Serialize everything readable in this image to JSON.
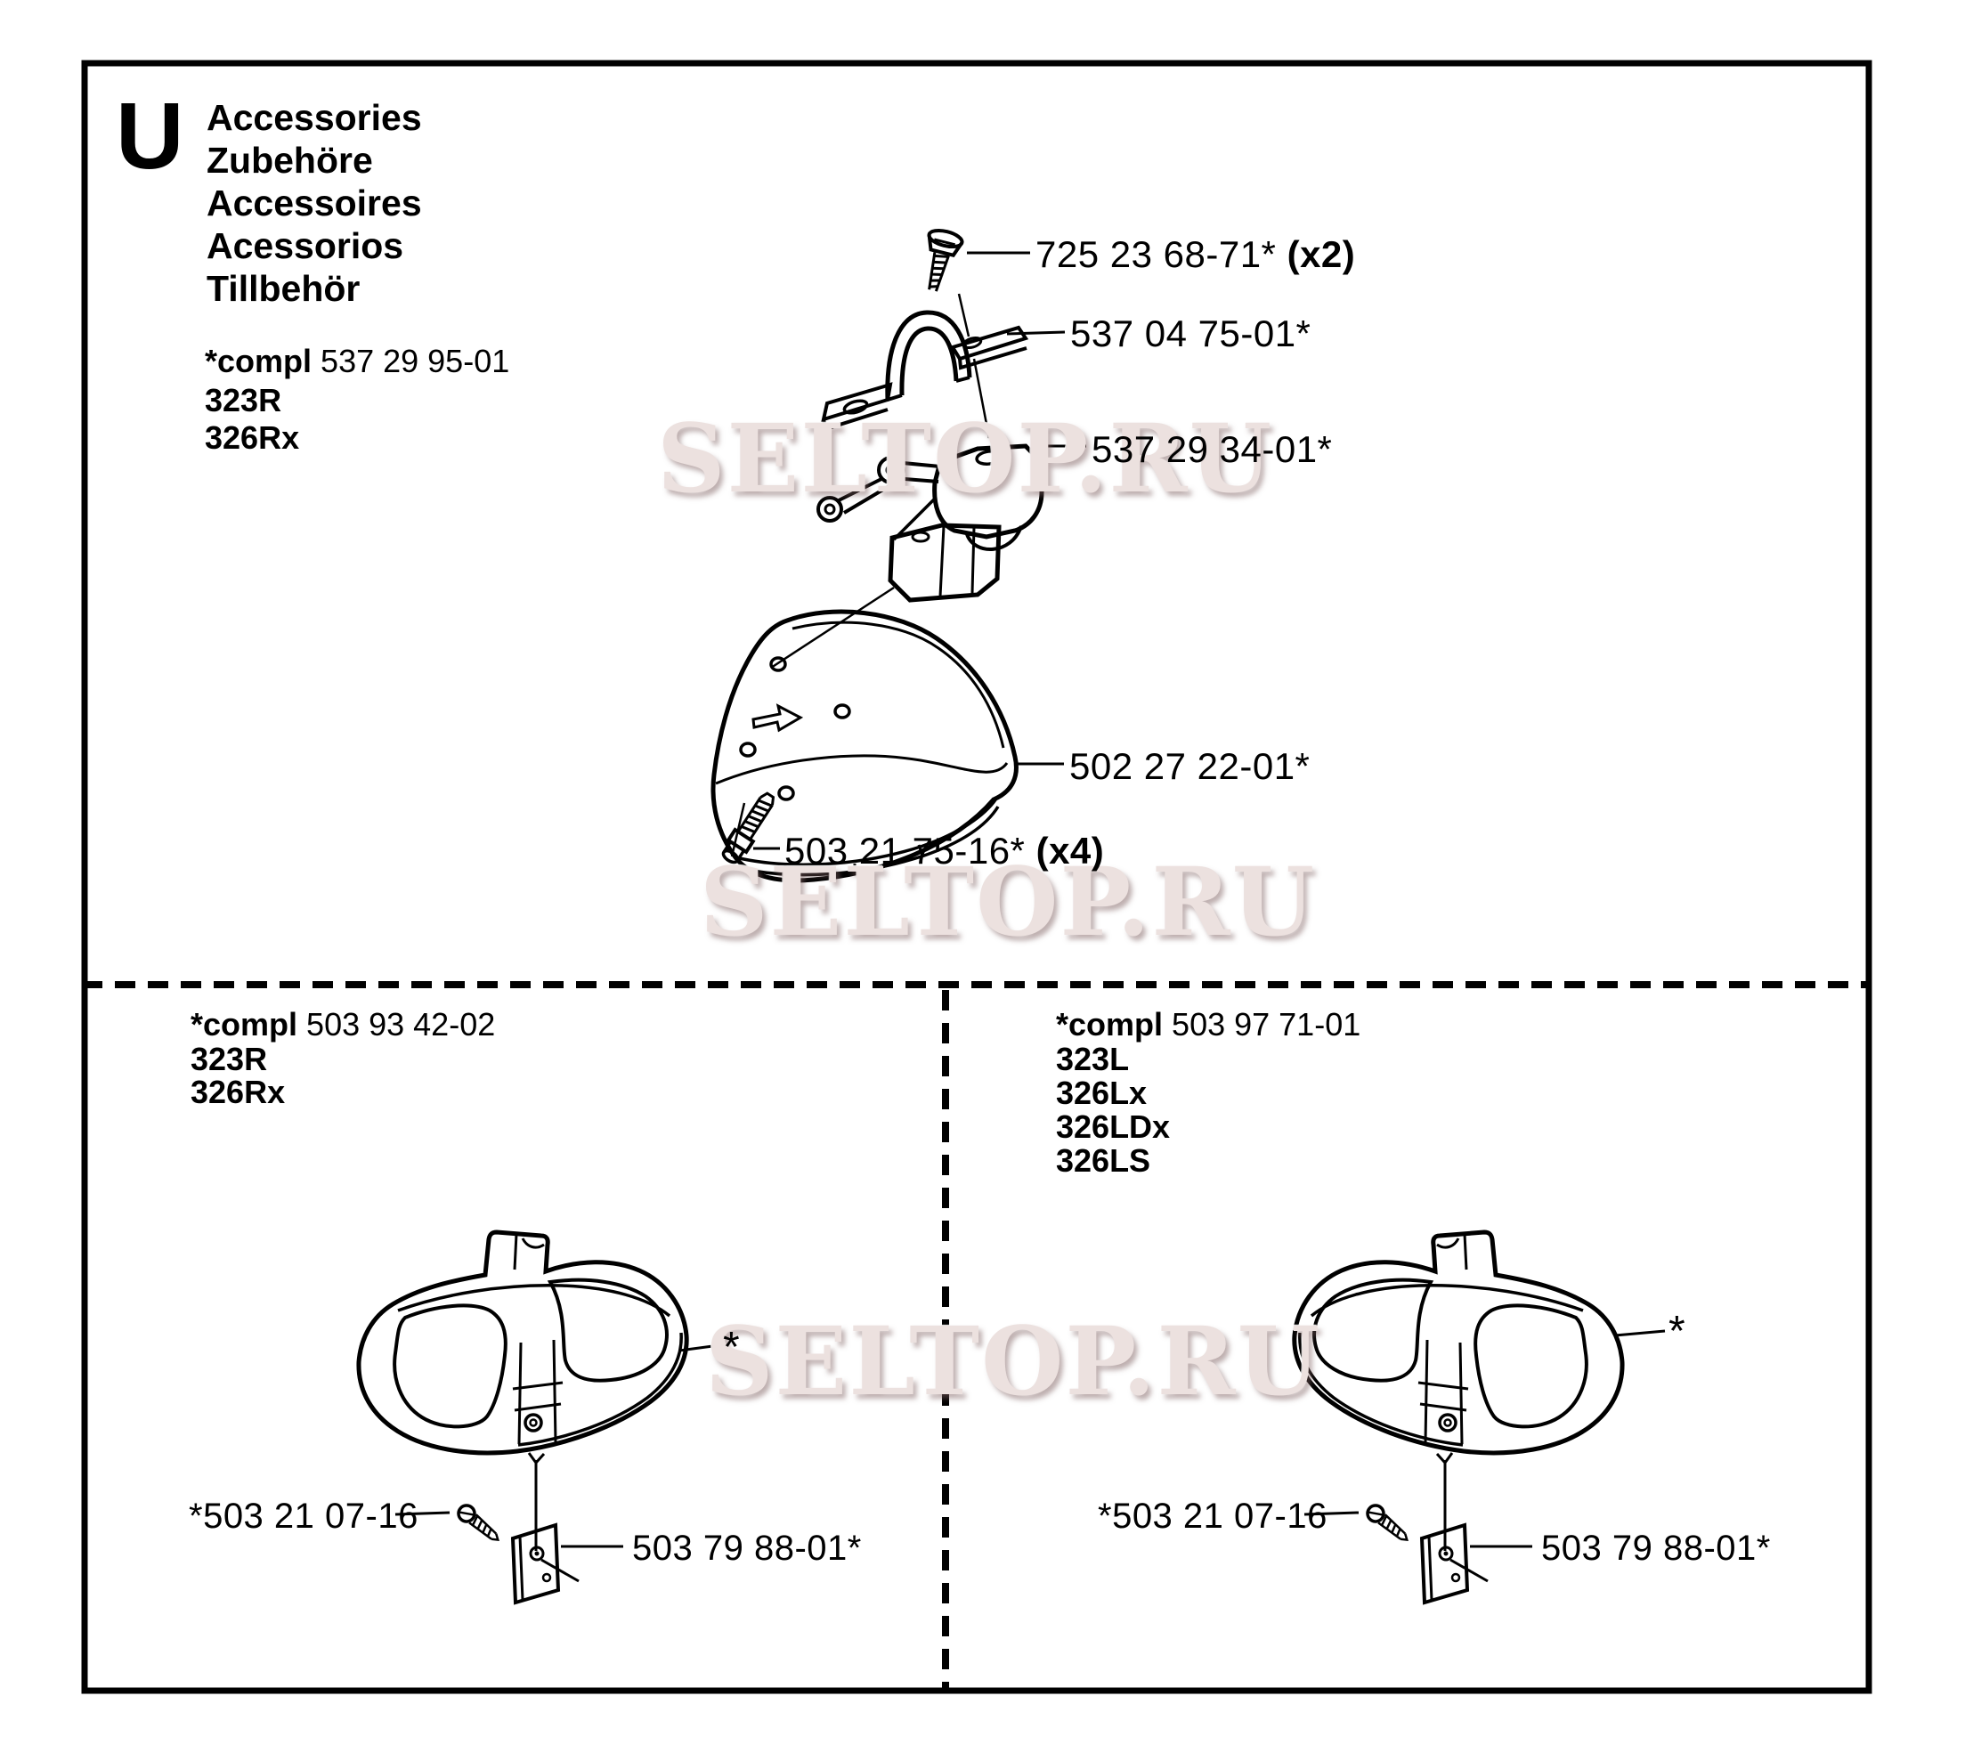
{
  "page": {
    "section_letter": "U",
    "languages": [
      "Accessories",
      "Zubehöre",
      "Accessoires",
      "Acessorios",
      "Tillbehör"
    ],
    "watermark": "SELTOP.RU"
  },
  "top_assembly": {
    "compl_prefix": "*compl",
    "compl_number": "537 29 95-01",
    "models": [
      "323R",
      "326Rx"
    ],
    "parts": {
      "screw_top_label": "725 23 68-71*",
      "screw_top_qty": "(x2)",
      "clamp_label": "537 04 75-01*",
      "bracket_label": "537 29 34-01*",
      "guard_label": "502 27 22-01*",
      "screw_set_label": "503 21 75-16*",
      "screw_set_qty": "(x4)"
    }
  },
  "left_section": {
    "compl_prefix": "*compl",
    "compl_number": "503 93 42-02",
    "models": [
      "323R",
      "326Rx"
    ],
    "guard_ref": "*",
    "screw_label": "*503 21 07-16",
    "plate_label": "503 79 88-01*"
  },
  "right_section": {
    "compl_prefix": "*compl",
    "compl_number": "503 97 71-01",
    "models": [
      "323L",
      "326Lx",
      "326LDx",
      "326LS"
    ],
    "guard_ref": "*",
    "screw_label": "*503 21 07-16",
    "plate_label": "503 79 88-01*"
  },
  "colors": {
    "ink": "#000000",
    "paper": "#ffffff",
    "watermark": "#ece1df"
  }
}
